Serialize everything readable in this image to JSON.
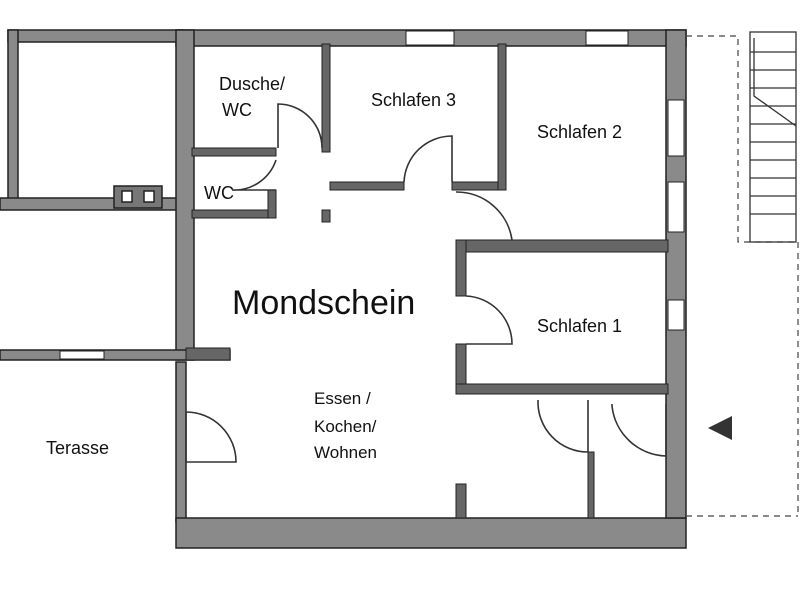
{
  "plan": {
    "title": "Mondschein",
    "rooms": {
      "dusche_wc_line1": "Dusche/",
      "dusche_wc_line2": "WC",
      "wc": "WC",
      "schlafen3": "Schlafen 3",
      "schlafen2": "Schlafen 2",
      "schlafen1": "Schlafen 1",
      "essen_line1": "Essen /",
      "essen_line2": "Kochen/",
      "essen_line3": "Wohnen",
      "terasse": "Terasse"
    }
  },
  "colors": {
    "wall_fill": "#8a8a8a",
    "wall_stroke": "#222222",
    "line": "#333333"
  }
}
